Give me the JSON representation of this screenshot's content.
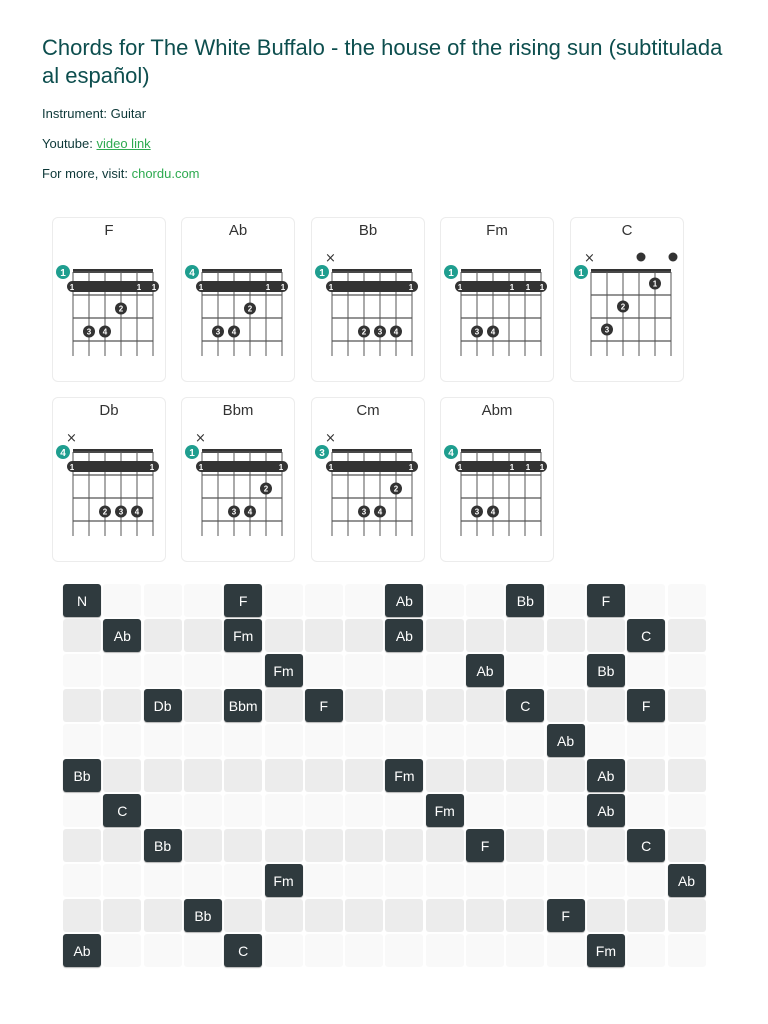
{
  "header": {
    "title": "Chords for The White Buffalo - the house of the rising sun (subtitulada al español)",
    "instrument_label": "Instrument:",
    "instrument_value": "Guitar",
    "youtube_label": "Youtube:",
    "youtube_link": "video link",
    "more_label": "For more, visit:",
    "more_link": "chordu.com"
  },
  "colors": {
    "accent": "#1f9e8f",
    "link": "#2eaa50",
    "chord_cell": "#2f3a3e",
    "title": "#0d4e4e"
  },
  "chords": [
    {
      "name": "F",
      "fret": "1",
      "barre": true,
      "muted": [],
      "open": [],
      "dots": [
        {
          "s": 3,
          "f": 2,
          "n": "2"
        },
        {
          "s": 1,
          "f": 3,
          "n": "3"
        },
        {
          "s": 2,
          "f": 3,
          "n": "4"
        }
      ],
      "barre_labels": [
        "1",
        "1",
        "1"
      ]
    },
    {
      "name": "Ab",
      "fret": "4",
      "barre": true,
      "muted": [],
      "open": [],
      "dots": [
        {
          "s": 3,
          "f": 2,
          "n": "2"
        },
        {
          "s": 1,
          "f": 3,
          "n": "3"
        },
        {
          "s": 2,
          "f": 3,
          "n": "4"
        }
      ],
      "barre_labels": [
        "1",
        "1",
        "1"
      ]
    },
    {
      "name": "Bb",
      "fret": "1",
      "barre": true,
      "muted": [
        0
      ],
      "open": [],
      "dots": [
        {
          "s": 2,
          "f": 3,
          "n": "2"
        },
        {
          "s": 3,
          "f": 3,
          "n": "3"
        },
        {
          "s": 4,
          "f": 3,
          "n": "4"
        }
      ],
      "barre_labels": [
        "1",
        "1"
      ]
    },
    {
      "name": "Fm",
      "fret": "1",
      "barre": true,
      "muted": [],
      "open": [],
      "dots": [
        {
          "s": 1,
          "f": 3,
          "n": "3"
        },
        {
          "s": 2,
          "f": 3,
          "n": "4"
        }
      ],
      "barre_labels": [
        "1",
        "1",
        "1",
        "1"
      ]
    },
    {
      "name": "C",
      "fret": "1",
      "barre": false,
      "muted": [
        0
      ],
      "open": [
        3,
        5
      ],
      "dots": [
        {
          "s": 4,
          "f": 1,
          "n": "1"
        },
        {
          "s": 2,
          "f": 2,
          "n": "2"
        },
        {
          "s": 1,
          "f": 3,
          "n": "3"
        }
      ],
      "barre_labels": []
    },
    {
      "name": "Db",
      "fret": "4",
      "barre": true,
      "muted": [
        0
      ],
      "open": [],
      "dots": [
        {
          "s": 2,
          "f": 3,
          "n": "2"
        },
        {
          "s": 3,
          "f": 3,
          "n": "3"
        },
        {
          "s": 4,
          "f": 3,
          "n": "4"
        }
      ],
      "barre_labels": [
        "1",
        "1"
      ]
    },
    {
      "name": "Bbm",
      "fret": "1",
      "barre": true,
      "muted": [
        0
      ],
      "open": [],
      "dots": [
        {
          "s": 4,
          "f": 2,
          "n": "2"
        },
        {
          "s": 2,
          "f": 3,
          "n": "3"
        },
        {
          "s": 3,
          "f": 3,
          "n": "4"
        }
      ],
      "barre_labels": [
        "1",
        "1"
      ]
    },
    {
      "name": "Cm",
      "fret": "3",
      "barre": true,
      "muted": [
        0
      ],
      "open": [],
      "dots": [
        {
          "s": 4,
          "f": 2,
          "n": "2"
        },
        {
          "s": 2,
          "f": 3,
          "n": "3"
        },
        {
          "s": 3,
          "f": 3,
          "n": "4"
        }
      ],
      "barre_labels": [
        "1",
        "1"
      ]
    },
    {
      "name": "Abm",
      "fret": "4",
      "barre": true,
      "muted": [],
      "open": [],
      "dots": [
        {
          "s": 1,
          "f": 3,
          "n": "3"
        },
        {
          "s": 2,
          "f": 3,
          "n": "4"
        }
      ],
      "barre_labels": [
        "1",
        "1",
        "1",
        "1"
      ]
    }
  ],
  "progression": [
    [
      "N",
      "",
      "",
      "",
      "F",
      "",
      "",
      "",
      "Ab",
      "",
      "",
      "Bb",
      "",
      "F",
      "",
      ""
    ],
    [
      "",
      "Ab",
      "",
      "",
      "Fm",
      "",
      "",
      "",
      "Ab",
      "",
      "",
      "",
      "",
      "",
      "C",
      ""
    ],
    [
      "",
      "",
      "",
      "",
      "",
      "Fm",
      "",
      "",
      "",
      "",
      "Ab",
      "",
      "",
      "Bb",
      "",
      ""
    ],
    [
      "",
      "",
      "Db",
      "",
      "Bbm",
      "",
      "F",
      "",
      "",
      "",
      "",
      "C",
      "",
      "",
      "F",
      ""
    ],
    [
      "",
      "",
      "",
      "",
      "",
      "",
      "",
      "",
      "",
      "",
      "",
      "",
      "Ab",
      "",
      "",
      ""
    ],
    [
      "Bb",
      "",
      "",
      "",
      "",
      "",
      "",
      "",
      "Fm",
      "",
      "",
      "",
      "",
      "Ab",
      "",
      ""
    ],
    [
      "",
      "C",
      "",
      "",
      "",
      "",
      "",
      "",
      "",
      "Fm",
      "",
      "",
      "",
      "Ab",
      "",
      ""
    ],
    [
      "",
      "",
      "Bb",
      "",
      "",
      "",
      "",
      "",
      "",
      "",
      "F",
      "",
      "",
      "",
      "C",
      ""
    ],
    [
      "",
      "",
      "",
      "",
      "",
      "Fm",
      "",
      "",
      "",
      "",
      "",
      "",
      "",
      "",
      "",
      "Ab"
    ],
    [
      "",
      "",
      "",
      "Bb",
      "",
      "",
      "",
      "",
      "",
      "",
      "",
      "",
      "F",
      "",
      "",
      ""
    ],
    [
      "Ab",
      "",
      "",
      "",
      "C",
      "",
      "",
      "",
      "",
      "",
      "",
      "",
      "",
      "Fm",
      "",
      ""
    ]
  ]
}
